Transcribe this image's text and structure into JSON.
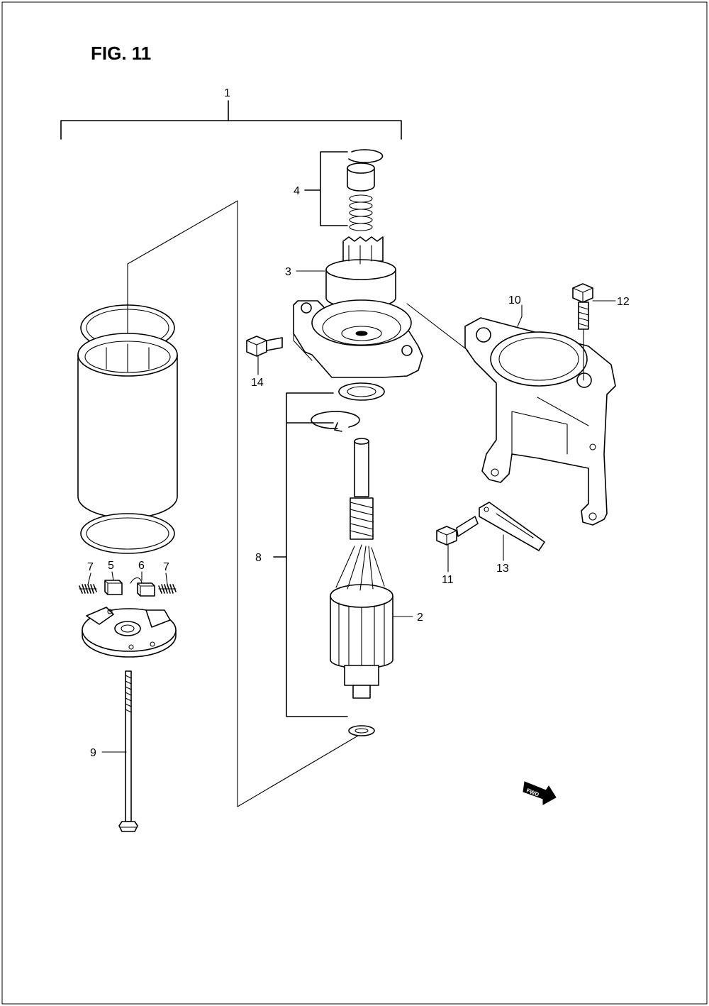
{
  "figure": {
    "title": "FIG. 11"
  },
  "callouts": {
    "c1": "1",
    "c2": "2",
    "c3": "3",
    "c4": "4",
    "c5": "5",
    "c6": "6",
    "c7a": "7",
    "c7b": "7",
    "c8": "8",
    "c9": "9",
    "c10": "10",
    "c11": "11",
    "c12": "12",
    "c13": "13",
    "c14": "14"
  },
  "fwd_marker": {
    "text": "FWD"
  }
}
